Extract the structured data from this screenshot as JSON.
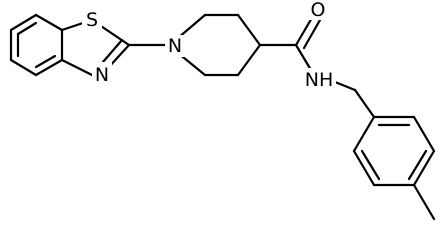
{
  "molecule": {
    "atom_labels": {
      "sulfur": "S",
      "thiazole_nitrogen": "N",
      "piperidine_nitrogen": "N",
      "carbonyl_oxygen": "O",
      "amide_nitrogen": "NH"
    },
    "colors": {
      "bond": "#000000",
      "label": "#000000",
      "background": "#ffffff"
    }
  }
}
